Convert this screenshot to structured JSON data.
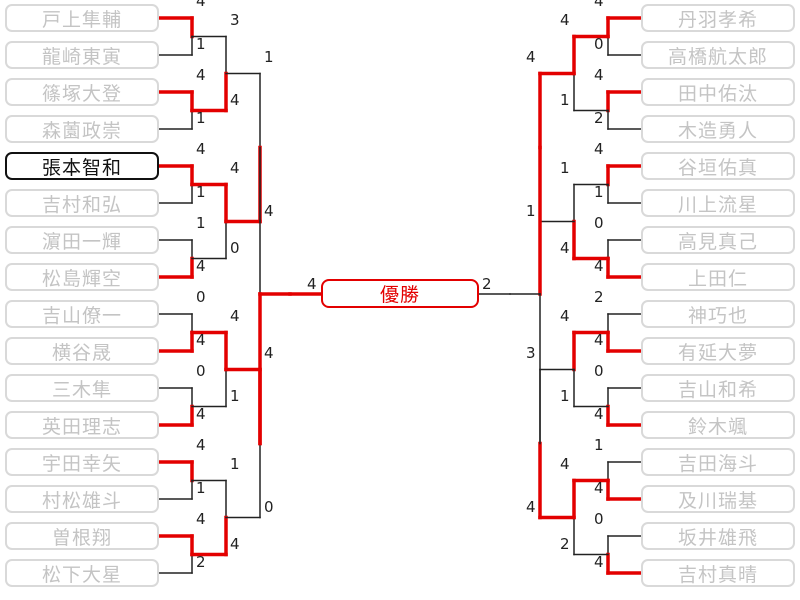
{
  "title": "優勝",
  "colors": {
    "win": "#e30000",
    "line": "#222222",
    "highlight": "#111111",
    "faded": "#c4c4c4"
  },
  "left": {
    "players": [
      "戸上隼輔",
      "龍崎東寅",
      "篠塚大登",
      "森薗政崇",
      "張本智和",
      "吉村和弘",
      "濵田一輝",
      "松島輝空",
      "吉山僚一",
      "横谷晟",
      "三木隼",
      "英田理志",
      "宇田幸矢",
      "村松雄斗",
      "曽根翔",
      "松下大星"
    ],
    "highlighted": [
      4
    ],
    "r1": [
      [
        4,
        1
      ],
      [
        4,
        1
      ],
      [
        4,
        1
      ],
      [
        1,
        4
      ],
      [
        0,
        4
      ],
      [
        0,
        4
      ],
      [
        4,
        1
      ],
      [
        4,
        2
      ]
    ],
    "r2": [
      [
        3,
        4
      ],
      [
        4,
        0
      ],
      [
        4,
        1
      ],
      [
        1,
        4
      ]
    ],
    "r3": [
      [
        1,
        4
      ],
      [
        4,
        0
      ]
    ],
    "final": 4
  },
  "right": {
    "players": [
      "丹羽孝希",
      "高橋航太郎",
      "田中佑汰",
      "木造勇人",
      "谷垣佑真",
      "川上流星",
      "高見真己",
      "上田仁",
      "神巧也",
      "有延大夢",
      "吉山和希",
      "鈴木颯",
      "吉田海斗",
      "及川瑞基",
      "坂井雄飛",
      "吉村真晴"
    ],
    "highlighted": [],
    "r1": [
      [
        4,
        0
      ],
      [
        4,
        2
      ],
      [
        4,
        1
      ],
      [
        0,
        4
      ],
      [
        2,
        4
      ],
      [
        0,
        4
      ],
      [
        1,
        4
      ],
      [
        0,
        4
      ]
    ],
    "r2": [
      [
        4,
        1
      ],
      [
        1,
        4
      ],
      [
        4,
        1
      ],
      [
        4,
        2
      ]
    ],
    "r3": [
      [
        4,
        1
      ],
      [
        3,
        4
      ]
    ],
    "final": 2
  },
  "winner": "left"
}
